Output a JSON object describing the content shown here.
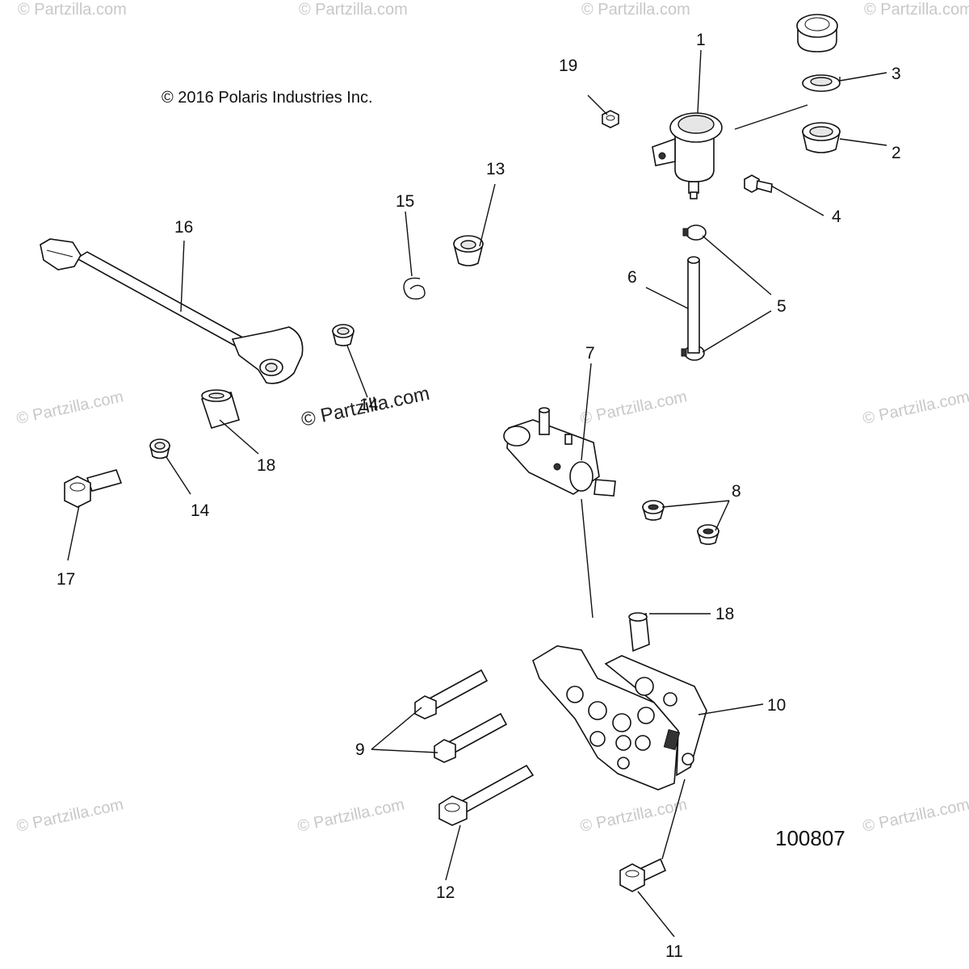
{
  "copyright": "© 2016 Polaris Industries Inc.",
  "diagram_id": "100807",
  "watermark_text": "© Partzilla.com",
  "callouts": {
    "c1": "1",
    "c2": "2",
    "c3": "3",
    "c4": "4",
    "c5": "5",
    "c6": "6",
    "c7": "7",
    "c8": "8",
    "c9": "9",
    "c10": "10",
    "c11": "11",
    "c12": "12",
    "c13": "13",
    "c14a": "14",
    "c14b": "14",
    "c15": "15",
    "c16": "16",
    "c17": "17",
    "c18a": "18",
    "c18b": "18",
    "c19": "19"
  },
  "colors": {
    "line": "#111111",
    "watermark": "#c8c8c8",
    "background": "#ffffff"
  }
}
